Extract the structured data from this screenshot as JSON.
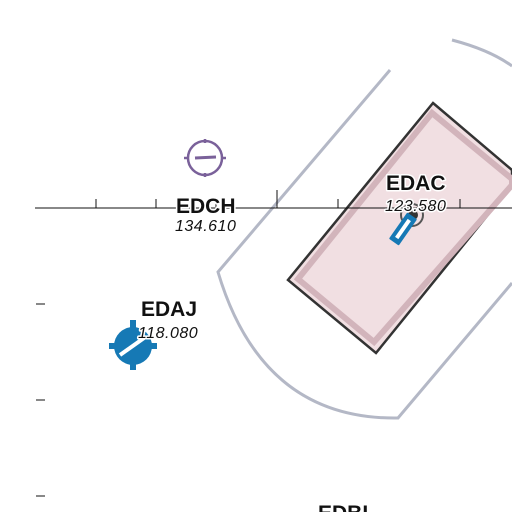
{
  "airports": {
    "edch": {
      "icao": "EDCH",
      "frequency": "134.610"
    },
    "edac": {
      "icao": "EDAC",
      "frequency": "123.580"
    },
    "edaj": {
      "icao": "EDAJ",
      "frequency": "118.080"
    },
    "edbi": {
      "icao": "EDBI"
    }
  },
  "colors": {
    "background": "#ffffff",
    "control_zone_outline": "#b4b8c6",
    "restricted_area_fill": "#f1dfe2",
    "restricted_area_border": "#d2b4bb",
    "restricted_area_outline": "#333333",
    "military_aerodrome": "#7a619a",
    "civil_aerodrome": "#1679b5",
    "airway_line": "#111111"
  },
  "icons": {
    "edch": "military-aerodrome-icon",
    "edac": "civil-aerodrome-runway-icon",
    "edaj": "civil-aerodrome-icon"
  }
}
